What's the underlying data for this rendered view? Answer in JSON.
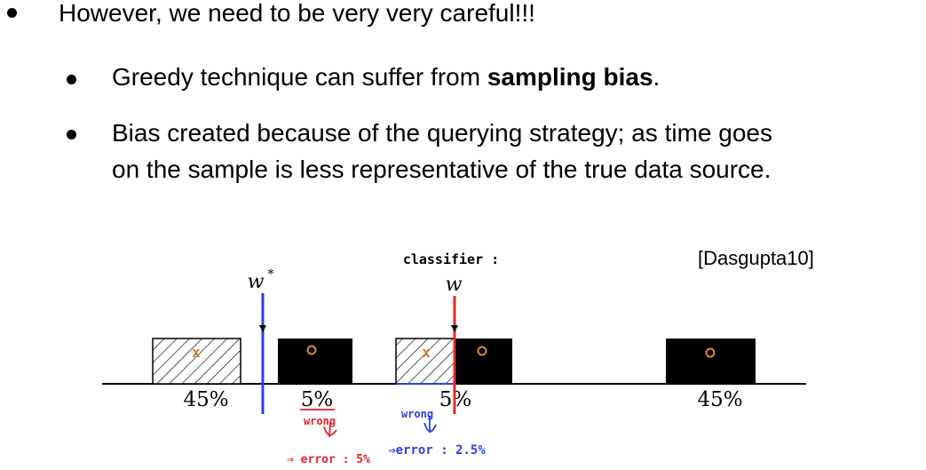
{
  "bullets": {
    "main": "However, we need to be very very careful!!!",
    "sub1_prefix": "Greedy technique can suffer from ",
    "sub1_bold": "sampling bias",
    "sub1_suffix": ".",
    "sub2_line1": "Bias created because of the querying strategy; as time goes",
    "sub2_line2": "on the sample is less representative of the true data source."
  },
  "figure": {
    "reference": "[Dasgupta10]",
    "w_star_label": "w*",
    "w_label": "w",
    "classifier_note": "classifier :",
    "bins": [
      {
        "percent": "45%",
        "pattern": "hatched",
        "mark": "x"
      },
      {
        "percent": "5%",
        "pattern": "solid",
        "mark": "o"
      },
      {
        "percent": "5%",
        "pattern": "split",
        "mark_left": "x",
        "mark_right": "o"
      },
      {
        "percent": "45%",
        "pattern": "solid",
        "mark": "o"
      }
    ],
    "annotations": {
      "wrong_1": "wrong",
      "wrong_2": "wrong",
      "error_1": "⇒ error : 5%",
      "error_2": "⇒error : 2.5%"
    },
    "colors": {
      "w_star_line": "#2a3fe0",
      "w_line": "#e02a2a",
      "annot_red": "#e0202a",
      "annot_blue": "#2a3fe0",
      "mark_orange": "#c87a2a"
    }
  }
}
